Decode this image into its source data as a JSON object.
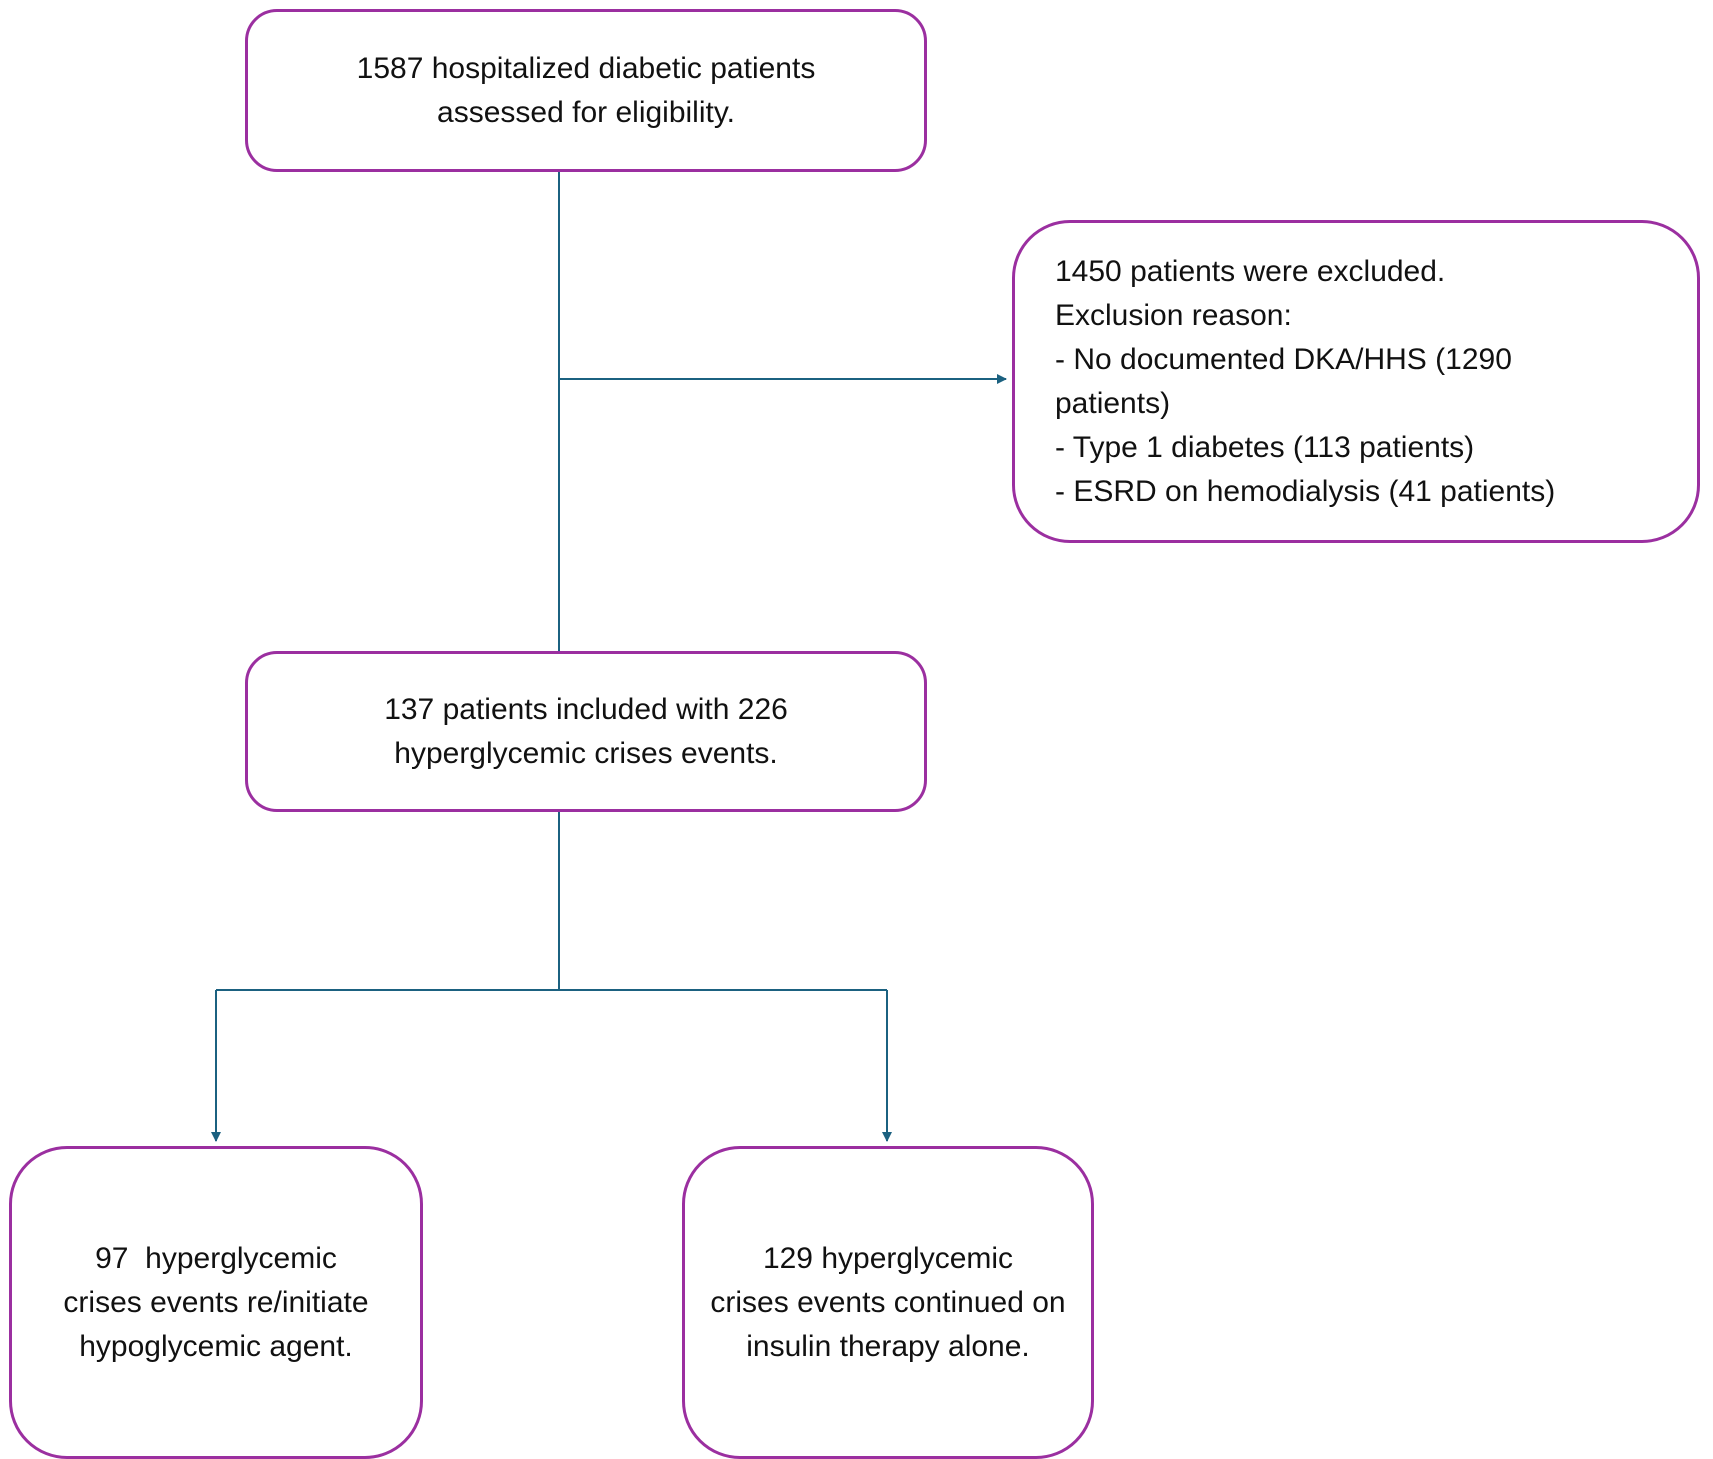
{
  "colors": {
    "box_border": "#9b2fa0",
    "connector": "#1b6180",
    "text": "#111111"
  },
  "boxes": {
    "assessed": {
      "lines": [
        "1587 hospitalized diabetic patients",
        "assessed for eligibility."
      ]
    },
    "excluded": {
      "lines": [
        "1450 patients were excluded.",
        "Exclusion reason:",
        "- No documented DKA/HHS (1290",
        "patients)",
        "- Type 1 diabetes (113 patients)",
        "- ESRD on hemodialysis (41 patients)"
      ]
    },
    "included": {
      "lines": [
        "137 patients included with 226",
        "hyperglycemic crises events."
      ]
    },
    "reinitiate": {
      "lines": [
        "97  hyperglycemic",
        "crises events re/initiate",
        "hypoglycemic agent."
      ]
    },
    "insulin": {
      "lines": [
        "129 hyperglycemic",
        "crises events continued on",
        "insulin therapy alone."
      ]
    }
  }
}
